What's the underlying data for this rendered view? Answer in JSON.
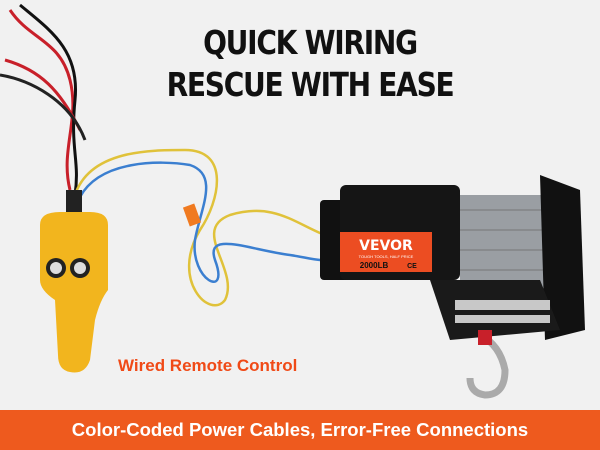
{
  "headline": {
    "line1": "QUICK WIRING",
    "line2": "RESCUE WITH EASE"
  },
  "product": {
    "brand": "VEVOR",
    "tagline": "TOUGH TOOLS, HALF PRICE",
    "capacity": "2000LB",
    "mark": "CE"
  },
  "remote_label": "Wired Remote Control",
  "banner_text": "Color-Coded Power Cables, Error-Free Connections",
  "colors": {
    "accent": "#ee5a1e",
    "label": "#f04a17"
  }
}
